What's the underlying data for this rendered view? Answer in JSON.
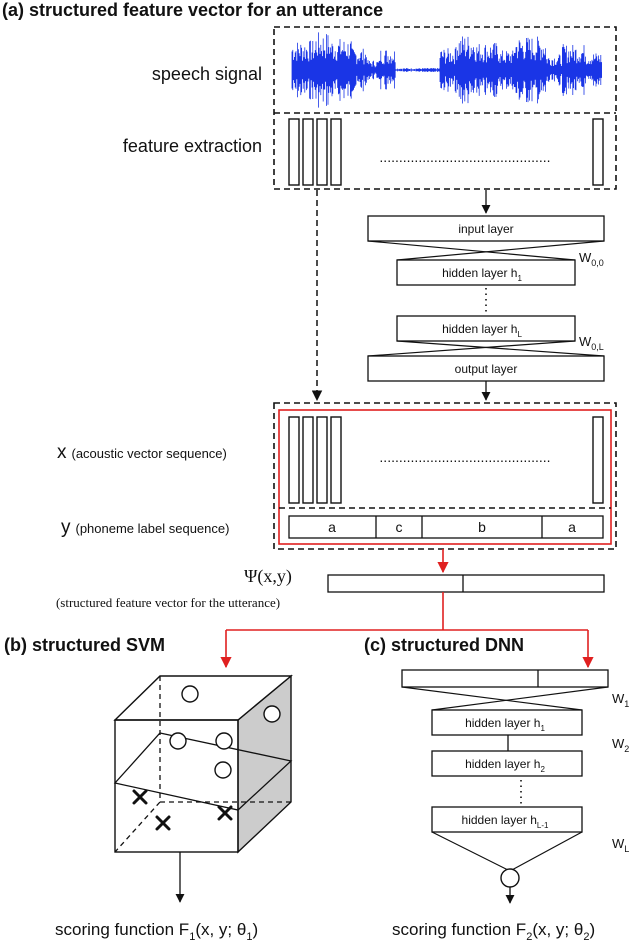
{
  "panel_a": {
    "title": "(a) structured feature vector for an utterance",
    "speech_label": "speech signal",
    "feature_label": "feature extraction",
    "dots": "............................................"
  },
  "dnn_top": {
    "input_layer": "input layer",
    "hidden_1": "hidden layer h",
    "hidden_1_sub": "1",
    "hidden_L": "hidden layer h",
    "hidden_L_sub": "L",
    "output_layer": "output layer",
    "w00": "W",
    "w00_sub": "0,0",
    "w0L": "W",
    "w0L_sub": "0,L"
  },
  "sequences": {
    "x_letter": "x",
    "x_desc": "(acoustic vector sequence)",
    "y_letter": "y",
    "y_desc": "(phoneme label sequence)",
    "labels": [
      "a",
      "c",
      "b",
      "a"
    ]
  },
  "psi": {
    "symbol": "Ψ(x,y)",
    "desc": "(structured feature vector for the utterance)"
  },
  "panel_b": {
    "title": "(b) structured SVM",
    "scoring": "scoring function F",
    "scoring_sub": "1",
    "scoring_args": "(x, y; θ",
    "scoring_theta_sub": "1",
    "scoring_close": ")"
  },
  "panel_c": {
    "title": "(c) structured DNN",
    "hidden_1": "hidden layer h",
    "hidden_1_sub": "1",
    "hidden_2": "hidden layer h",
    "hidden_2_sub": "2",
    "hidden_L1": "hidden layer h",
    "hidden_L1_sub": "L-1",
    "w1": "W",
    "w1_sub": "1",
    "w2": "W",
    "w2_sub": "2",
    "wL": "W",
    "wL_sub": "L",
    "scoring": "scoring function F",
    "scoring_sub": "2",
    "scoring_args": "(x, y; θ",
    "scoring_theta_sub": "2",
    "scoring_close": ")"
  },
  "colors": {
    "signal": "#1a35e6",
    "red": "#e02020",
    "black": "#111111",
    "shade": "#cccccc"
  }
}
